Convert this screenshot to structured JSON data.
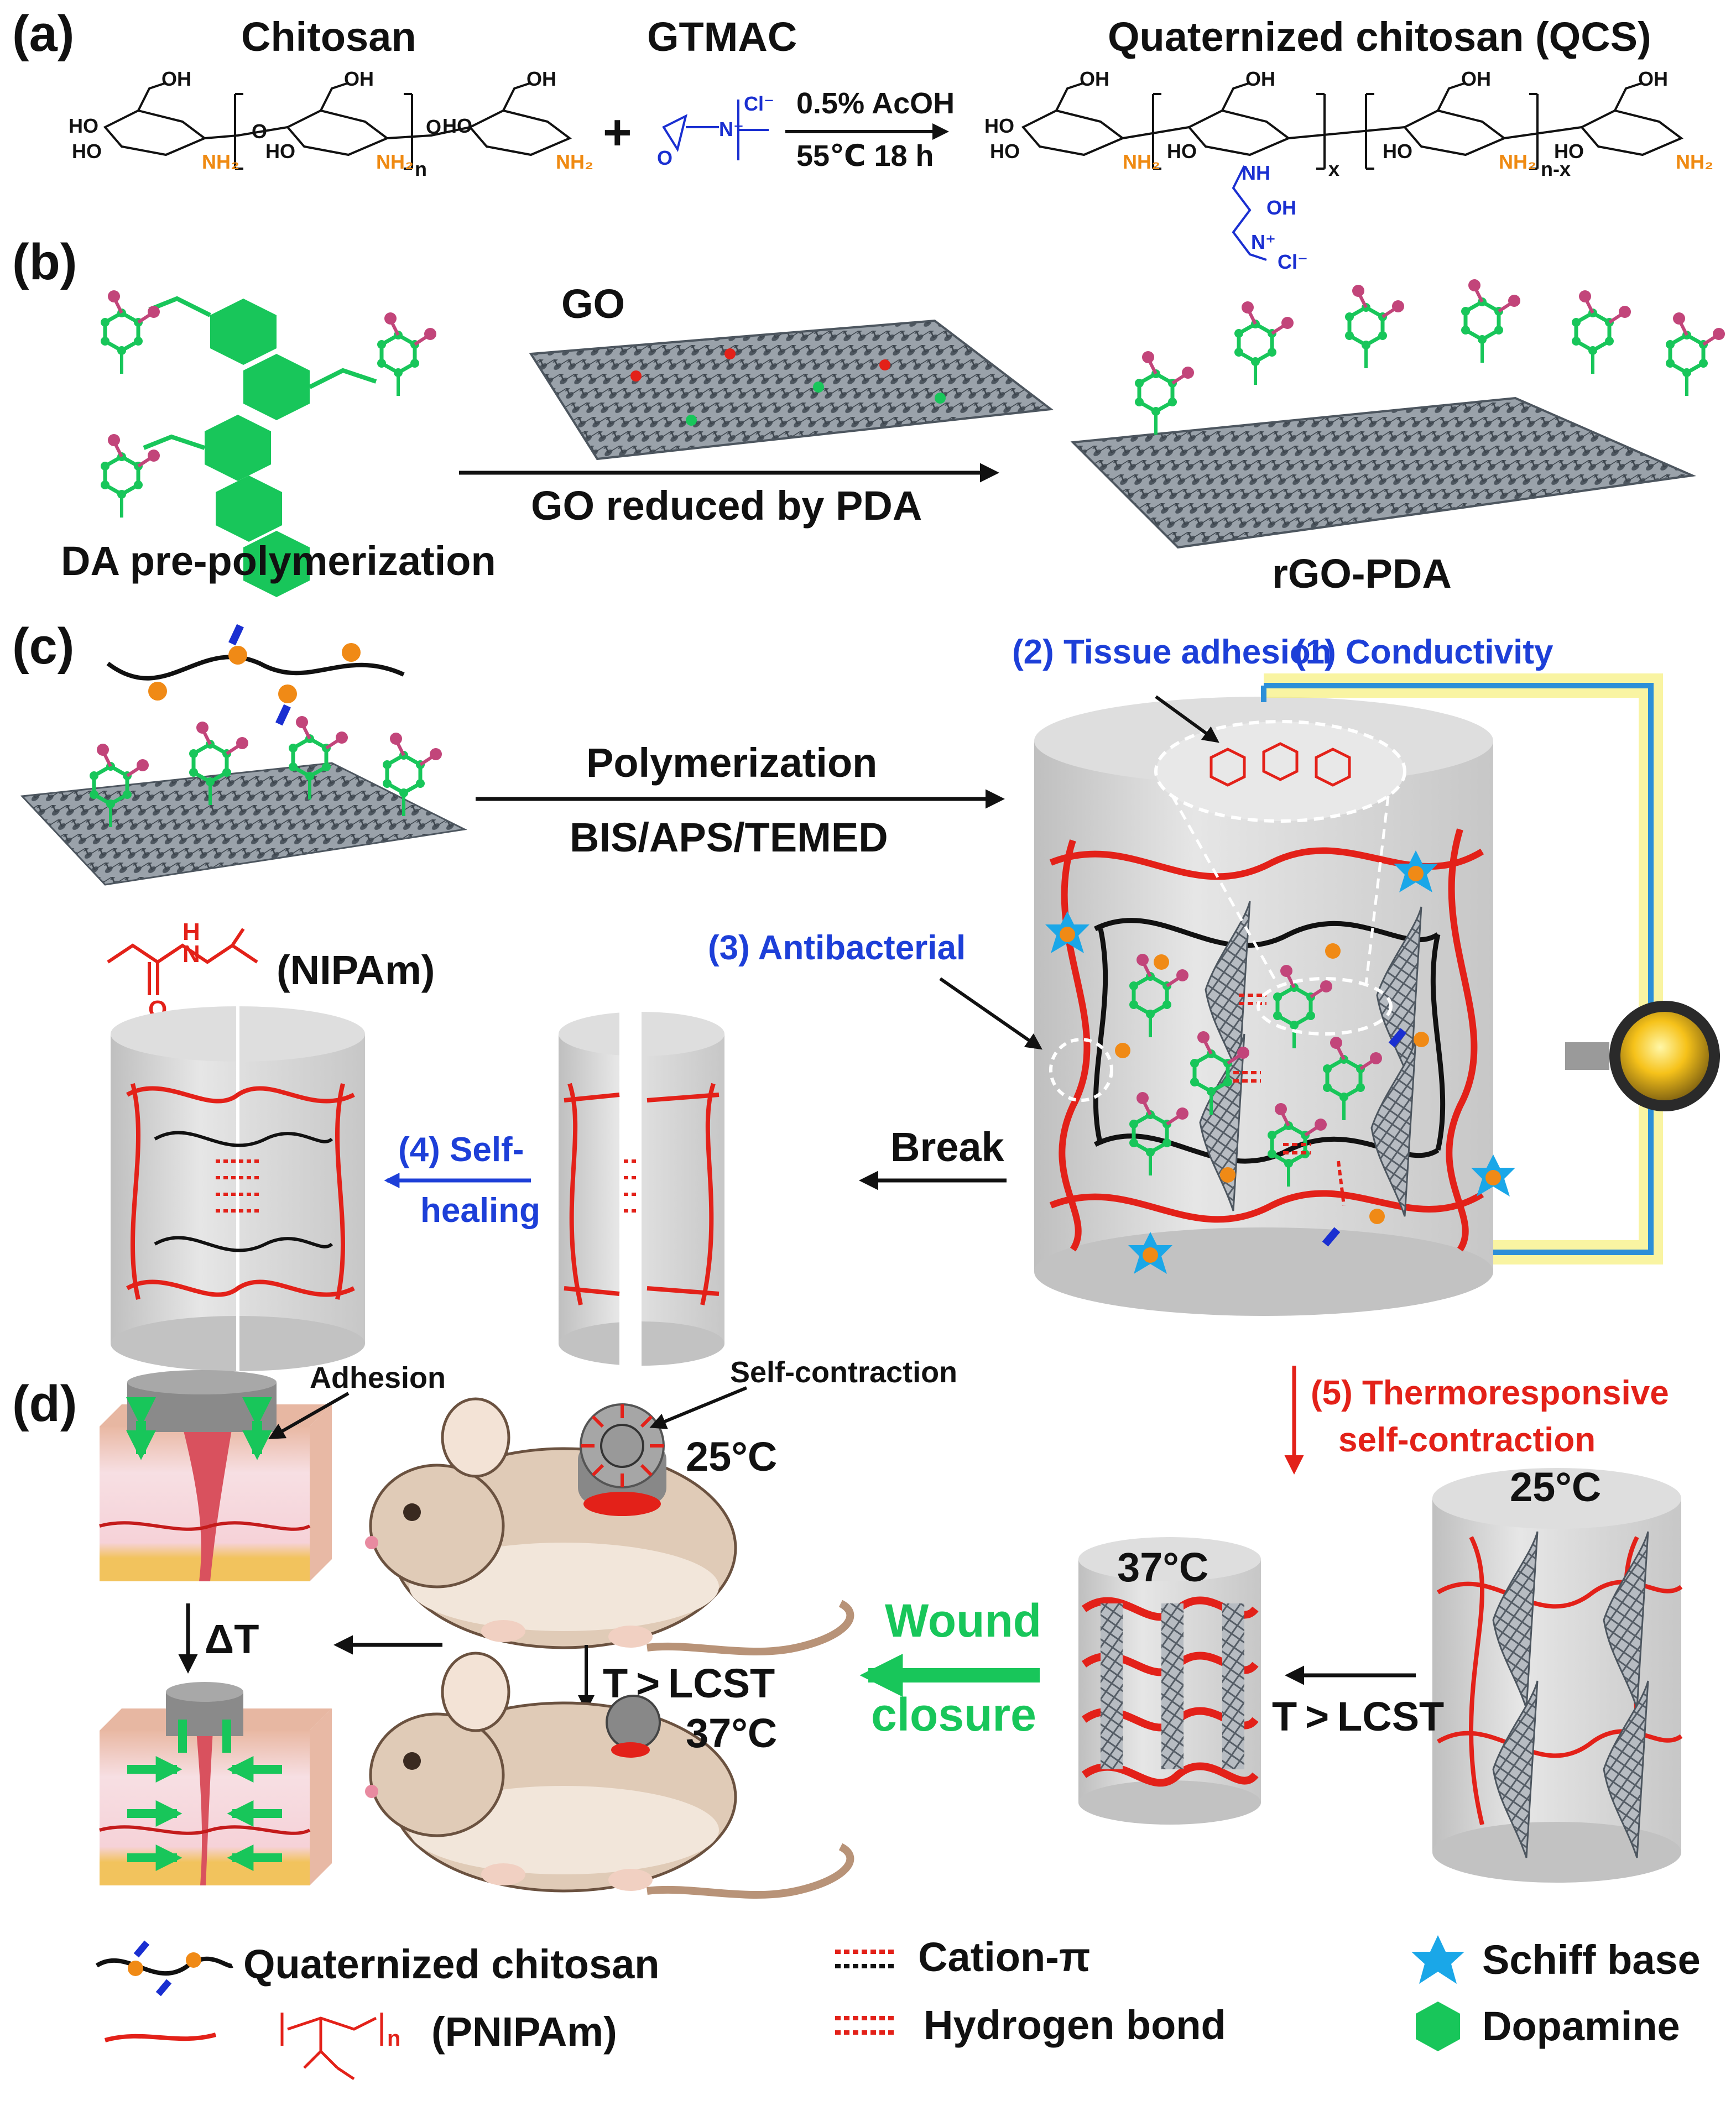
{
  "panels": [
    "(a)",
    "(b)",
    "(c)",
    "(d)"
  ],
  "panel_a": {
    "reactant1": "Chitosan",
    "reactant2": "GTMAC",
    "product": "Quaternized chitosan (QCS)",
    "condition1": "0.5% AcOH",
    "condition2": "55℃ 18 h",
    "plus": "+",
    "atoms": {
      "oh": "OH",
      "ho": "HO",
      "o": "O",
      "nh2": "NH₂",
      "nh": "NH",
      "n_plus": "N⁺",
      "cl": "Cl⁻",
      "n": "n",
      "x": "x",
      "n_x": "n-x"
    }
  },
  "panel_b": {
    "left_label": "DA pre-polymerization",
    "middle_label": "GO",
    "arrow_label": "GO reduced by PDA",
    "right_label": "rGO-PDA"
  },
  "panel_c": {
    "arrow_top": "Polymerization",
    "arrow_bottom": "BIS/APS/TEMED",
    "monomer": "(NIPAm)",
    "monomer_nh": "N",
    "monomer_h": "H",
    "monomer_o": "O",
    "prop1": "(1) Conductivity",
    "prop2": "(2) Tissue adhesion",
    "prop3": "(3) Antibacterial",
    "prop4_line1": "(4) Self-",
    "prop4_line2": "healing",
    "break_label": "Break"
  },
  "panel_d": {
    "adhesion": "Adhesion",
    "self_contraction": "Self-contraction",
    "temp_25": "25°C",
    "temp_37": "37°C",
    "t_lcst": "T > LCST",
    "delta_t": "ΔT",
    "wound_line1": "Wound",
    "wound_line2": "closure",
    "prop5_line1": "(5) Thermoresponsive",
    "prop5_line2": "self-contraction"
  },
  "legend": {
    "qcs": "Quaternized chitosan",
    "pnipam": "(PNIPAm)",
    "pnipam_n": "n",
    "cation_pi": "Cation-π",
    "hbond": "Hydrogen bond",
    "schiff": "Schiff base",
    "dopamine": "Dopamine"
  },
  "colors": {
    "qcs_chain": "#111111",
    "pnipam": "#e32119",
    "schiff": "#1aa7e8",
    "dopamine": "#18c65a",
    "label_blue": "#1d3fd8",
    "label_red": "#e32119",
    "graphene": "#5a6470",
    "cylinder": "#cfcfcf"
  }
}
